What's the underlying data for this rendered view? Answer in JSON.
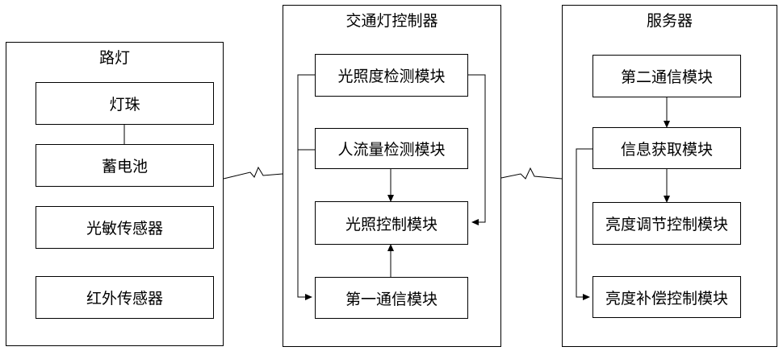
{
  "colors": {
    "line": "#000000",
    "background": "#ffffff"
  },
  "street_lamp": {
    "title": "路灯",
    "modules": [
      "灯珠",
      "蓄电池",
      "光敏传感器",
      "红外传感器"
    ]
  },
  "traffic_controller": {
    "title": "交通灯控制器",
    "modules": [
      "光照度检测模块",
      "人流量检测模块",
      "光照控制模块",
      "第一通信模块"
    ]
  },
  "server": {
    "title": "服务器",
    "modules": [
      "第二通信模块",
      "信息获取模块",
      "亮度调节控制模块",
      "亮度补偿控制模块"
    ]
  }
}
